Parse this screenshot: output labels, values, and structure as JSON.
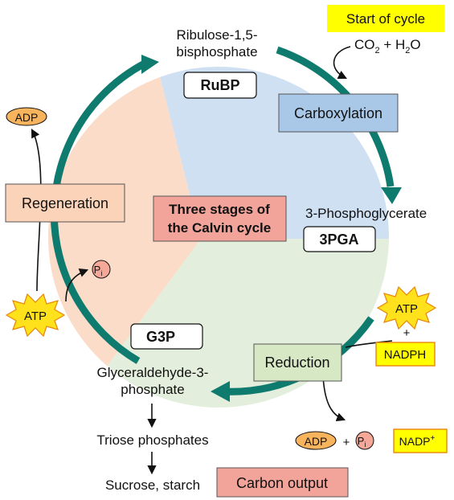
{
  "start_of_cycle": "Start of cycle",
  "inputs": {
    "co2": "CO",
    "co2_sub": "2",
    "plus": " + ",
    "h2o_h": "H",
    "h2o_sub": "2",
    "h2o_o": "O"
  },
  "rubp": {
    "name_line1": "Ribulose-1,5-",
    "name_line2": "bisphosphate",
    "abbr": "RuBP"
  },
  "carboxylation": "Carboxylation",
  "pga": {
    "name": "3-Phosphoglycerate",
    "abbr": "3PGA"
  },
  "center_title": {
    "line1": "Three stages of",
    "line2": "the Calvin cycle"
  },
  "regeneration": "Regeneration",
  "reduction": "Reduction",
  "g3p": {
    "abbr": "G3P",
    "name_line1": "Glyceraldehyde-3-",
    "name_line2": "phosphate"
  },
  "triose": "Triose phosphates",
  "sucrose": "Sucrose, starch",
  "carbon_output": "Carbon output",
  "molecules": {
    "adp": "ADP",
    "atp": "ATP",
    "pi_p": "P",
    "pi_i": "i",
    "nadph": "NADPH",
    "nadp": "NADP",
    "nadp_sup": "+",
    "plus": "+"
  },
  "colors": {
    "cycle_arrow": "#0f7a6e",
    "carboxylation_sector": "#cfe0f3",
    "reduction_sector": "#e3efdc",
    "regeneration_sector": "#fbdcc8",
    "label_box_blue": "#a9c8e8",
    "label_box_green": "#d6e8c4",
    "label_box_peach": "#fbd3b8",
    "center_box": "#f2a39a",
    "yellow": "#ffff00",
    "adp_orange": "#f7b45c",
    "atp_burst": "#ffe21c"
  }
}
